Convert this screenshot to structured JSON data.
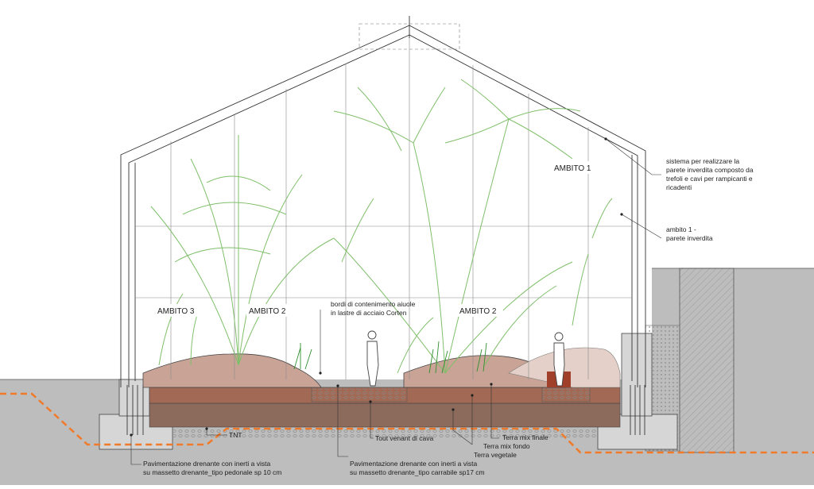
{
  "ambiti": {
    "ambito1": "AMBITO 1",
    "ambito2_left": "AMBITO 2",
    "ambito2_right": "AMBITO 2",
    "ambito3": "AMBITO 3"
  },
  "annotations": {
    "sistema": [
      "sistema per realizzare la",
      "parete inverdita composto da",
      "trefoli e cavi per rampicanti e",
      "ricadenti"
    ],
    "parete": [
      "ambito 1 -",
      "parete inverdita"
    ],
    "bordi": [
      "bordi di contenimento aiuole",
      "in lastre di acciaio Corten"
    ],
    "tout_venant": "Tout venant di cava",
    "terra_finale": "Terra mix finale",
    "terra_fondo": "Terra mix fondo",
    "terra_vegetale": "Terra vegetale",
    "tnt": "TNT",
    "pav_pedonale": [
      "Pavimentazione drenante con inerti a vista",
      "su massetto drenante_tipo pedonale sp 10 cm"
    ],
    "pav_carrabile": [
      "Pavimentazione drenante con inerti a vista",
      "su massetto drenante_tipo carrabile sp17 cm"
    ]
  },
  "colors": {
    "soil": "#c9a496",
    "soil_dark": "#8a5a48",
    "corten": "#a0402a",
    "ground": "#bdbdbd",
    "concrete": "#d6d6d6",
    "plants": "#7fbf6a",
    "membrane": "#f07a2a"
  }
}
